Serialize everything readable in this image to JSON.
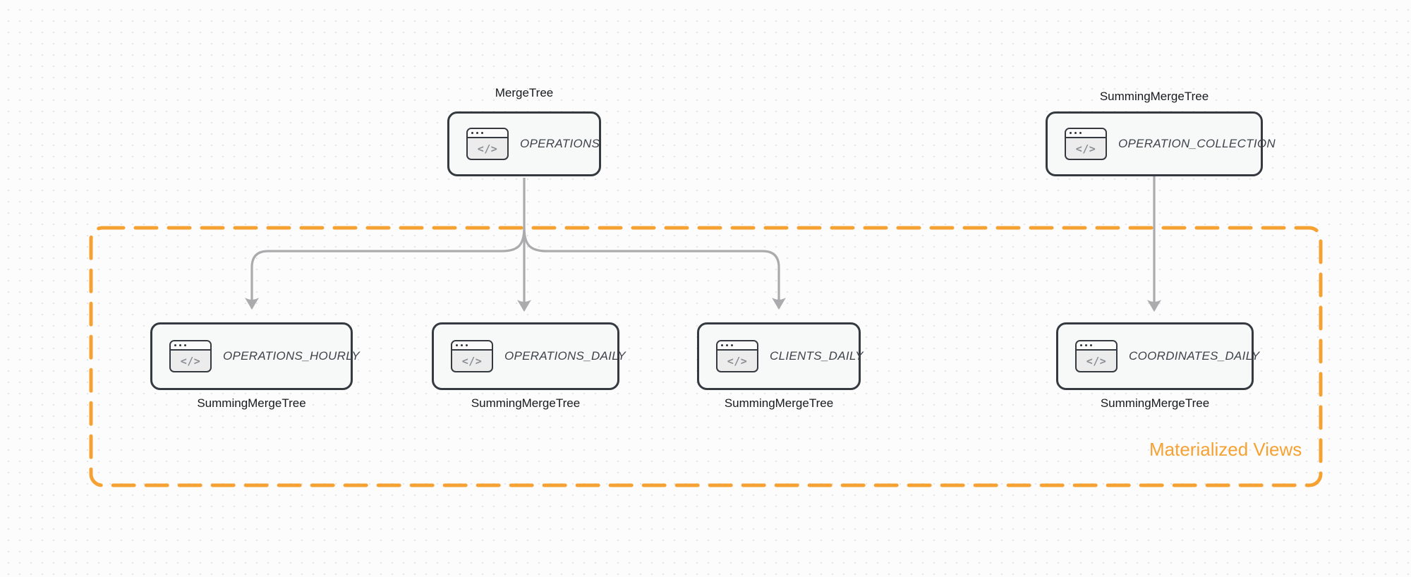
{
  "diagram": {
    "description_type": "database-table-diagram",
    "group": {
      "label": "Materialized Views"
    },
    "icon": {
      "semantic": "code-window-icon",
      "glyph": "</>"
    },
    "nodes": [
      {
        "id": "operations",
        "engine": "MergeTree",
        "engine_label_position": "top",
        "name": "OPERATIONS",
        "in_group": false
      },
      {
        "id": "operation_collection",
        "engine": "SummingMergeTree",
        "engine_label_position": "top",
        "name": "OPERATION_COLLECTION",
        "in_group": false
      },
      {
        "id": "operations_hourly",
        "engine": "SummingMergeTree",
        "engine_label_position": "bottom",
        "name": "OPERATIONS_HOURLY",
        "in_group": true
      },
      {
        "id": "operations_daily",
        "engine": "SummingMergeTree",
        "engine_label_position": "bottom",
        "name": "OPERATIONS_DAILY",
        "in_group": true
      },
      {
        "id": "clients_daily",
        "engine": "SummingMergeTree",
        "engine_label_position": "bottom",
        "name": "CLIENTS_DAILY",
        "in_group": true
      },
      {
        "id": "coordinates_daily",
        "engine": "SummingMergeTree",
        "engine_label_position": "bottom",
        "name": "COORDINATES_DAILY",
        "in_group": true
      }
    ],
    "edges": [
      {
        "from": "OPERATIONS",
        "to": "OPERATIONS_HOURLY"
      },
      {
        "from": "OPERATIONS",
        "to": "OPERATIONS_DAILY"
      },
      {
        "from": "OPERATIONS",
        "to": "CLIENTS_DAILY"
      },
      {
        "from": "OPERATION_COLLECTION",
        "to": "COORDINATES_DAILY"
      }
    ]
  },
  "colors": {
    "accent-orange": "#f5a233",
    "edge-gray": "#ababad",
    "node-border": "#343a40",
    "node-fill": "#f7f8f8",
    "node-text": "#3d434a",
    "label-text": "#17191c",
    "icon-glyph": "#8a8e93",
    "canvas-bg": "#fcfcfd",
    "dot": "#e4e6e8"
  }
}
